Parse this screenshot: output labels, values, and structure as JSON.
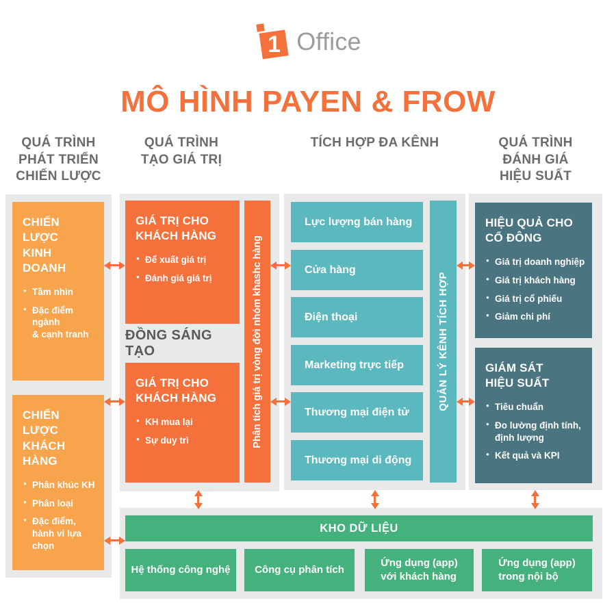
{
  "logo": {
    "number": "1",
    "text": "Office"
  },
  "title": "MÔ HÌNH PAYEN & FROW",
  "headers": {
    "col1": "QUÁ TRÌNH\nPHÁT TRIỂN\nCHIẾN LƯỢC",
    "col2": "QUÁ TRÌNH\nTẠO GIÁ TRỊ",
    "col3": "TÍCH HỢP ĐA KÊNH",
    "col4": "QUÁ TRÌNH\nĐÁNH GIÁ\nHIỆU SUẤT"
  },
  "col1": {
    "box1": {
      "title": "CHIẾN LƯỢC\nKINH DOANH",
      "bullets": [
        "Tầm nhìn",
        "Đặc điểm ngành\n& cạnh tranh"
      ]
    },
    "box2": {
      "title": "CHIẾN LƯỢC\nKHÁCH HÀNG",
      "bullets": [
        "Phân khúc KH",
        "Phân loại",
        "Đặc điểm,\nhành vi lựa chọn"
      ]
    }
  },
  "col2": {
    "box1": {
      "title": "GIÁ TRỊ CHO\nKHÁCH HÀNG",
      "bullets": [
        "Để xuất giá trị",
        "Đánh giá giá trị"
      ]
    },
    "co_creation_label": "ĐỒNG SÁNG TẠO",
    "box2": {
      "title": "GIÁ TRỊ CHO\nKHÁCH HÀNG",
      "bullets": [
        "KH mua lại",
        "Sự duy trì"
      ]
    },
    "vertical_bar": "Phân tích giá trị vòng đời nhóm khashc hàng"
  },
  "col3": {
    "channels": [
      "Lực lượng bán hàng",
      "Cửa hàng",
      "Điện thoại",
      "Marketing trực tiếp",
      "Thương mại điện tử",
      "Thương mại di động"
    ],
    "vertical_bar": "QUẢN LÝ KÊNH TÍCH HỢP"
  },
  "col4": {
    "box1": {
      "title": "HIỆU QUẢ CHO\nCỔ ĐÔNG",
      "bullets": [
        "Giá trị doanh nghiệp",
        "Giá trị khách hàng",
        "Giá trị cổ phiếu",
        "Giảm chi phí"
      ]
    },
    "box2": {
      "title": "GIÁM SÁT\nHIỆU SUẤT",
      "bullets": [
        "Tiêu chuẩn",
        "Đo lường định tính,\nđịnh lượng",
        "Kết quả và KPI"
      ]
    }
  },
  "bottom": {
    "data_warehouse": "KHO DỮ LIỆU",
    "boxes": [
      "Hệ thống công nghệ",
      "Công cụ phân tích",
      "Ứng dụng (app)\nvới khách hàng",
      "Ứng dụng (app)\ntrong nội bộ"
    ]
  },
  "colors": {
    "accent_orange": "#F4713C",
    "light_orange": "#F8A44D",
    "teal": "#5BB8BF",
    "dark_teal": "#4A747F",
    "green": "#45B17D",
    "container_gray": "#E9E9E9",
    "text_gray": "#6A6B6E",
    "logo_gray": "#9A9C9E"
  }
}
